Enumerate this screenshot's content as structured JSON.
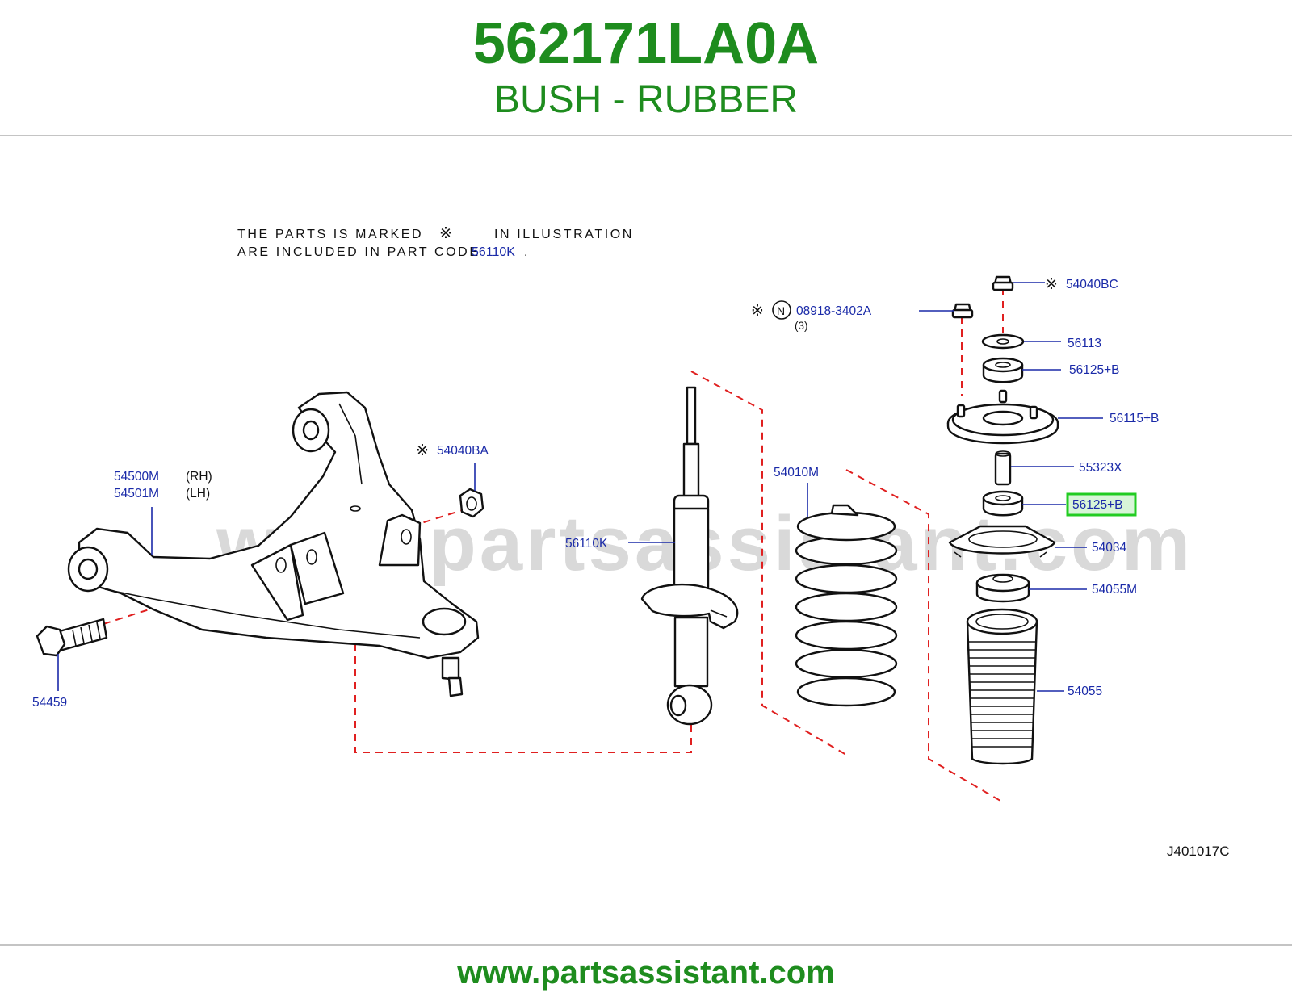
{
  "header": {
    "part_number": "562171LA0A",
    "part_name": "BUSH - RUBBER"
  },
  "note": {
    "line1_a": "THE PARTS IS MARKED",
    "mark_symbol": "※",
    "line1_b": "IN ILLUSTRATION",
    "line2_a": "ARE INCLUDED IN PART CODE",
    "line2_code": "56110K",
    "line2_end": "."
  },
  "callouts": {
    "c54040BC": "54040BC",
    "c08918": "08918-3402A",
    "n_circle": "N",
    "qty3": "(3)",
    "c56113": "56113",
    "c56125B_top": "56125+B",
    "c56115B": "56115+B",
    "c55323X": "55323X",
    "c56125B_highlight": "56125+B",
    "c54034": "54034",
    "c54055M": "54055M",
    "c54055": "54055",
    "c54010M": "54010M",
    "c56110K": "56110K",
    "c54040BA": "54040BA",
    "c54500M": "54500M",
    "rh": "(RH)",
    "c54501M": "54501M",
    "lh": "(LH)",
    "c54459": "54459"
  },
  "diagram_code": "J401017C",
  "watermark": "www.partsassistant.com",
  "footer": {
    "url": "www.partsassistant.com"
  },
  "colors": {
    "brand_green": "#1e8c1e",
    "callout_blue": "#1a2aa8",
    "dash_red": "#e02020",
    "highlight": "#22cc22"
  }
}
